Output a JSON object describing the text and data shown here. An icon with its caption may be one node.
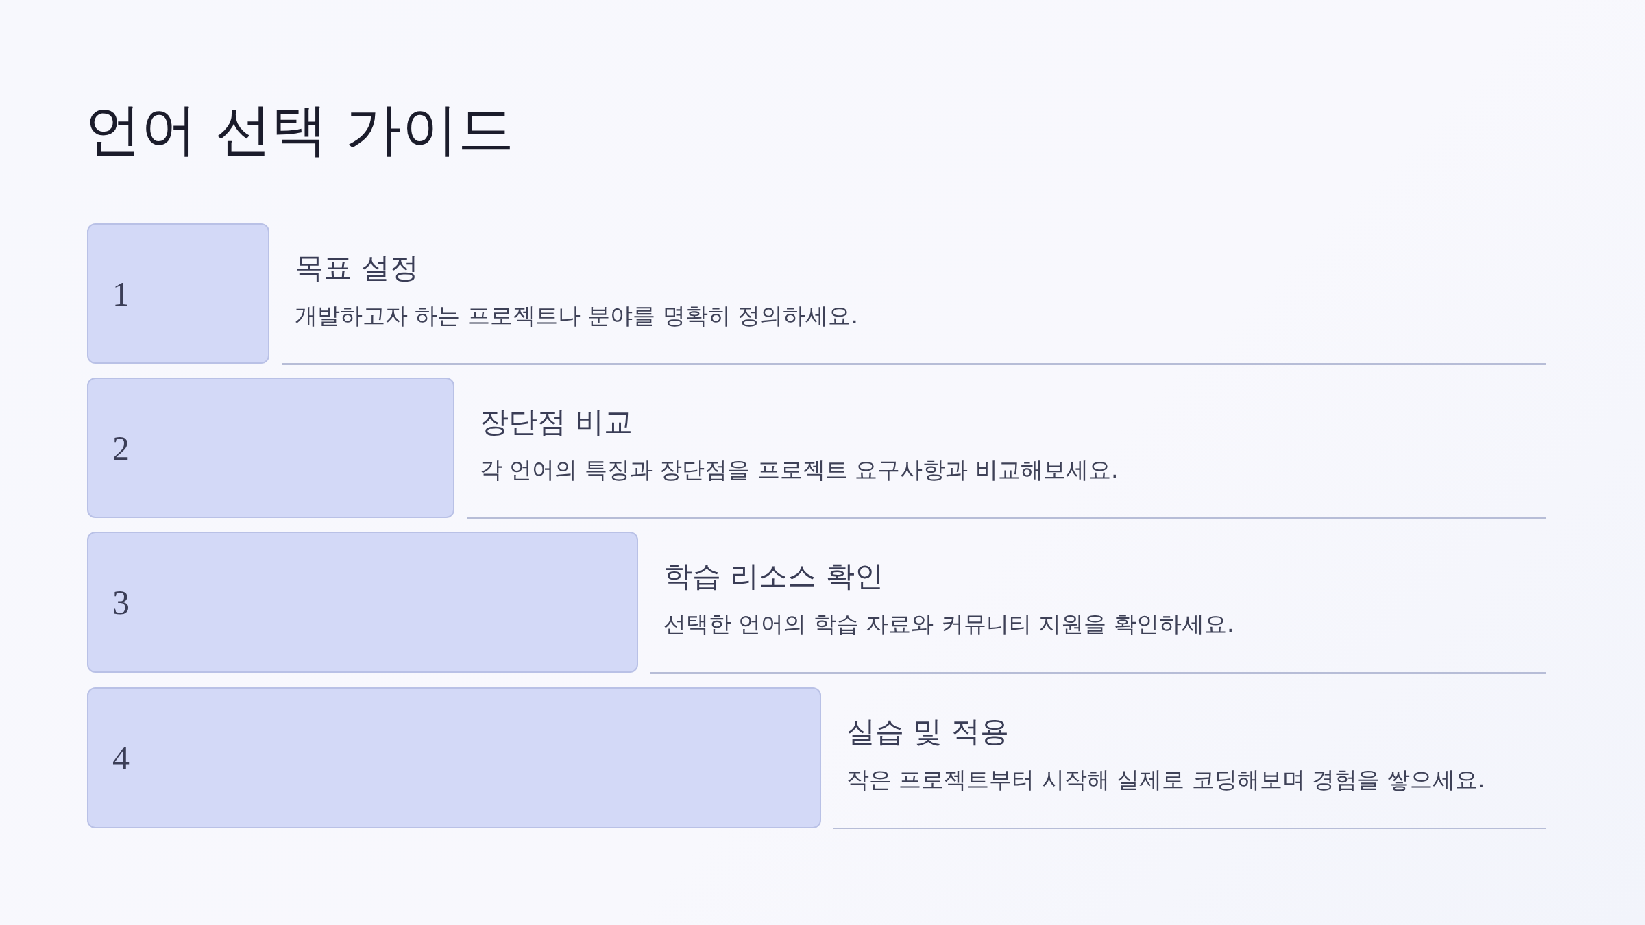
{
  "diagram": {
    "title": "언어 선택 가이드",
    "nodes": [
      {
        "text": [
          "1"
        ],
        "beside": [
          "목표 설정",
          "개발하고자 하는 프로젝트나 분야를 명확히 정의하세요."
        ]
      },
      {
        "text": [
          "2"
        ],
        "beside": [
          "장단점 비교",
          "각 언어의 특징과 장단점을 프로젝트 요구사항과 비교해보세요."
        ]
      },
      {
        "text": [
          "3"
        ],
        "beside": [
          "학습 리소스 확인",
          "선택한 언어의 학습 자료와 커뮤니티 지원을 확인하세요."
        ]
      },
      {
        "text": [
          "4"
        ],
        "beside": [
          "실습 및 적용",
          "작은 프로젝트부터 시작해 실제로 코딩해보며 경험을 쌓으세요."
        ]
      }
    ]
  }
}
